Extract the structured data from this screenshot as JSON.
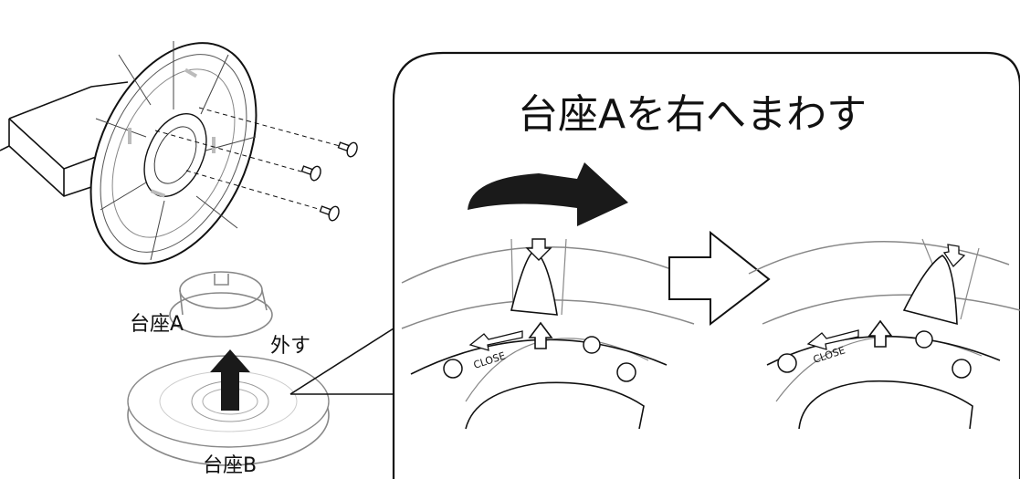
{
  "callout": {
    "title": "台座Aを右へまわす"
  },
  "labels": {
    "base_a": "台座A",
    "remove": "外す",
    "base_b": "台座B",
    "close_left": "CLOSE",
    "close_right": "CLOSE"
  },
  "colors": {
    "ink": "#111111",
    "gray_line": "#9a9a9a",
    "light_gray": "#c8c8c8",
    "arrow_fill": "#1a1a1a"
  }
}
